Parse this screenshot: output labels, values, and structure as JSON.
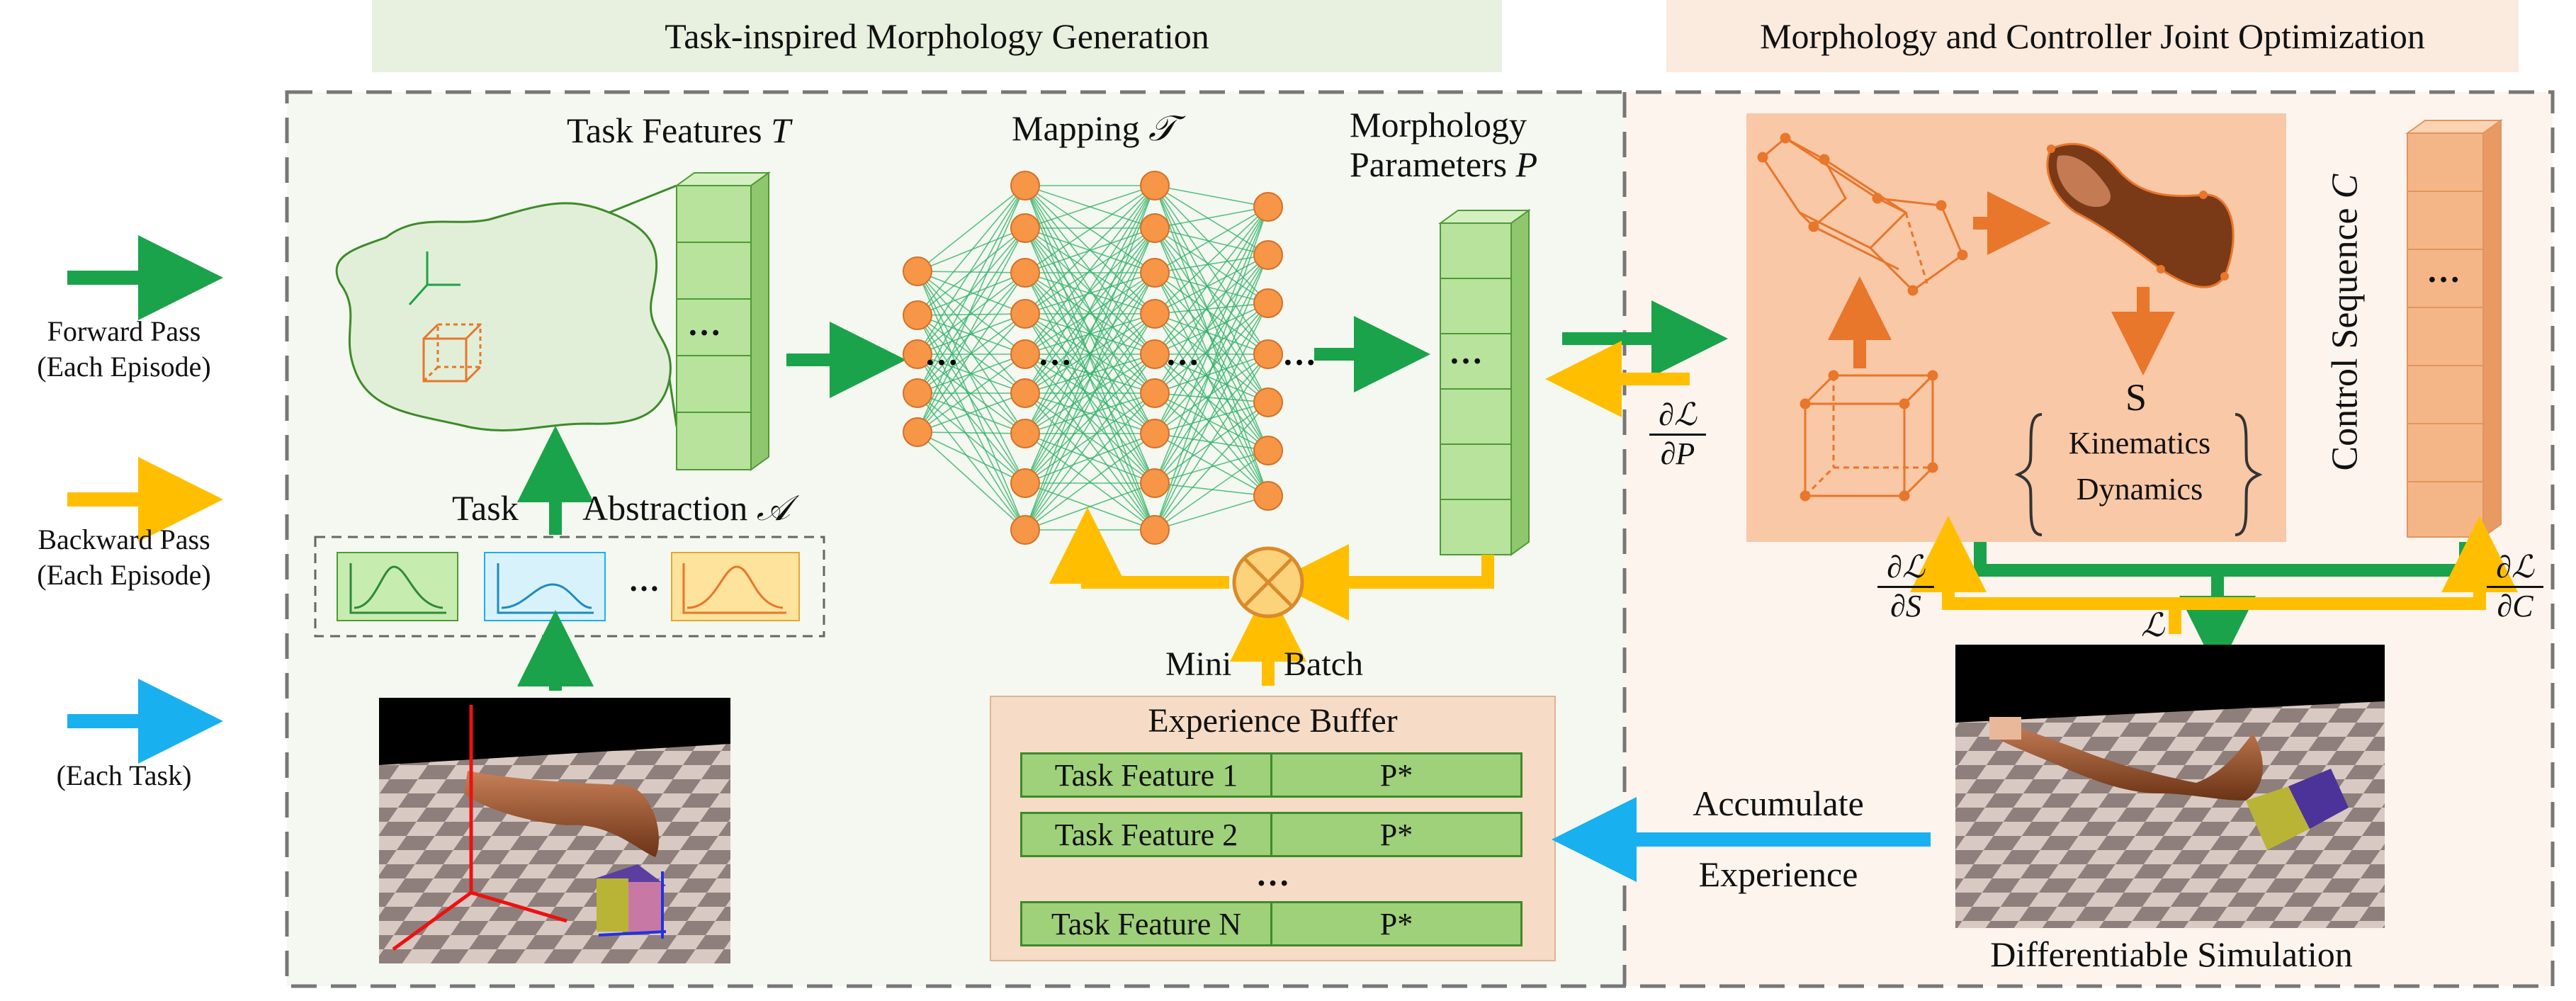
{
  "headers": {
    "left": "Task-inspired Morphology Generation",
    "right": "Morphology and Controller Joint Optimization"
  },
  "legend": {
    "forward": [
      "Forward Pass",
      "(Each Episode)"
    ],
    "backward": [
      "Backward Pass",
      "(Each Episode)"
    ],
    "task": "(Each Task)"
  },
  "labels": {
    "task_features": "Task Features",
    "task_features_sym": "T",
    "mapping": "Mapping",
    "mapping_sym": "𝒯",
    "morph_params_1": "Morphology",
    "morph_params_2": "Parameters",
    "morph_params_sym": "P",
    "task_abstraction_a": "Task",
    "task_abstraction_b": "Abstraction",
    "task_abstraction_sym": "𝒜",
    "mini_a": "Mini",
    "mini_b": "Batch",
    "experience_buffer": "Experience Buffer",
    "accumulate_1": "Accumulate",
    "accumulate_2": "Experience",
    "diff_sim": "Differentiable Simulation",
    "S": "S",
    "kinematics": "Kinematics",
    "dynamics": "Dynamics",
    "control_sequence": "Control Sequence",
    "control_sym": "C",
    "loss": "ℒ",
    "dL_num": "∂ℒ",
    "dP_den": "∂P",
    "dS_den": "∂S",
    "dC_den": "∂C",
    "dots": "…",
    "vdots": "⋯"
  },
  "buffer_rows": [
    {
      "k": "Task Feature 1",
      "v": "P*"
    },
    {
      "k": "Task Feature 2",
      "v": "P*"
    },
    {
      "k": "Task Feature N",
      "v": "P*"
    }
  ],
  "colors": {
    "forward": "#1aa34a",
    "backward": "#ffbf00",
    "task": "#19b0ef",
    "node": "#f79646",
    "tensor": "#b7e39c"
  }
}
